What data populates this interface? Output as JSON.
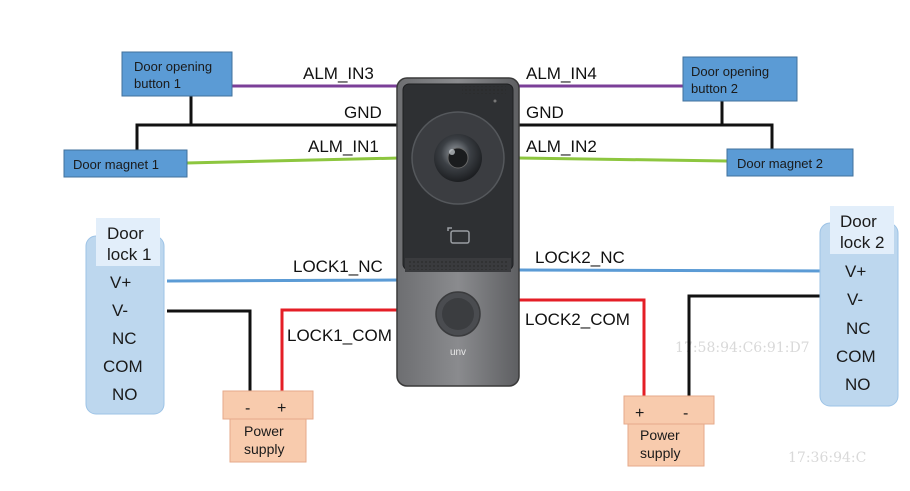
{
  "colors": {
    "purple_wire": "#7b3f98",
    "black_wire": "#111111",
    "green_wire": "#8dc63f",
    "blue_wire": "#5b9bd5",
    "red_wire": "#e41e26",
    "blue_box": "#5b9bd5",
    "lock_box": "#bdd7ee",
    "power_box": "#f8cbad"
  },
  "devices": {
    "door_opening_button_1": [
      "Door opening",
      "button 1"
    ],
    "door_opening_button_2": [
      "Door opening",
      "button 2"
    ],
    "door_magnet_1": "Door magnet 1",
    "door_magnet_2": "Door magnet 2",
    "door_lock_1": {
      "title": [
        "Door",
        "lock 1"
      ],
      "terminals": [
        "V+",
        "V-",
        "NC",
        "COM",
        "NO"
      ]
    },
    "door_lock_2": {
      "title": [
        "Door",
        "lock 2"
      ],
      "terminals": [
        "V+",
        "V-",
        "NC",
        "COM",
        "NO"
      ]
    },
    "power_supply_1": {
      "terminals": [
        "-",
        "+"
      ],
      "label": [
        "Power",
        "supply"
      ]
    },
    "power_supply_2": {
      "terminals": [
        "+",
        "-"
      ],
      "label": [
        "Power",
        "supply"
      ]
    }
  },
  "wires": {
    "alm_in3": "ALM_IN3",
    "alm_in4": "ALM_IN4",
    "gnd_left": "GND",
    "gnd_right": "GND",
    "alm_in1": "ALM_IN1",
    "alm_in2": "ALM_IN2",
    "lock1_nc": "LOCK1_NC",
    "lock2_nc": "LOCK2_NC",
    "lock1_com": "LOCK1_COM",
    "lock2_com": "LOCK2_COM"
  },
  "intercom": {
    "brand": "unv"
  },
  "watermarks": [
    "17:58:94:C6:91:D7",
    "17:36:94:C"
  ]
}
